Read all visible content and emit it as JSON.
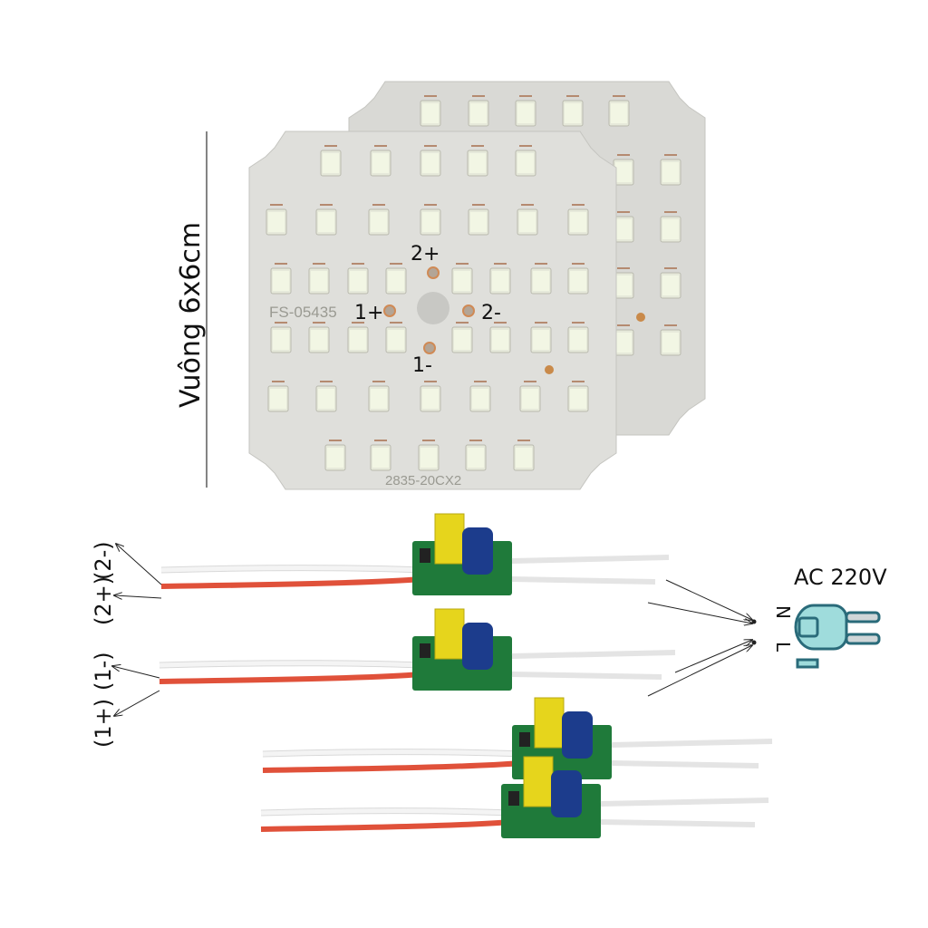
{
  "size_label": "Vuông 6x6cm",
  "board": {
    "model_code": "FS-05435",
    "led_code": "2835-20CX2",
    "pads": {
      "p2plus": "2+",
      "p1plus": "1+",
      "p2minus": "2-",
      "p1minus": "1-"
    }
  },
  "wire_labels": {
    "l2minus": "(2-)",
    "l2plus": "(2+)",
    "l1minus": "(1-)",
    "l1plus": "(1+)"
  },
  "power": {
    "label": "AC 220V",
    "n": "N",
    "l": "L"
  },
  "colors": {
    "board": "#dcdcd8",
    "led": "#f2f6e4",
    "pcb": "#1f7a3a",
    "transformer": "#e6d51c",
    "capacitor": "#1c3c8c",
    "red_wire": "#e0513a",
    "plug": "#9fdcdc",
    "plug_outline": "#2a6b7a"
  }
}
